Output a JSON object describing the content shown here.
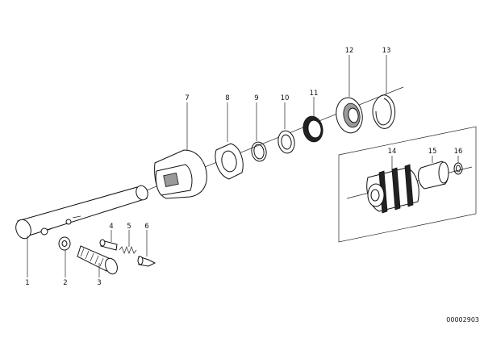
{
  "diagram": {
    "part_numbers": [
      "1",
      "2",
      "3",
      "4",
      "5",
      "6",
      "7",
      "8",
      "9",
      "10",
      "11",
      "12",
      "13",
      "14",
      "15",
      "16"
    ],
    "drawing_code": "00002903"
  }
}
